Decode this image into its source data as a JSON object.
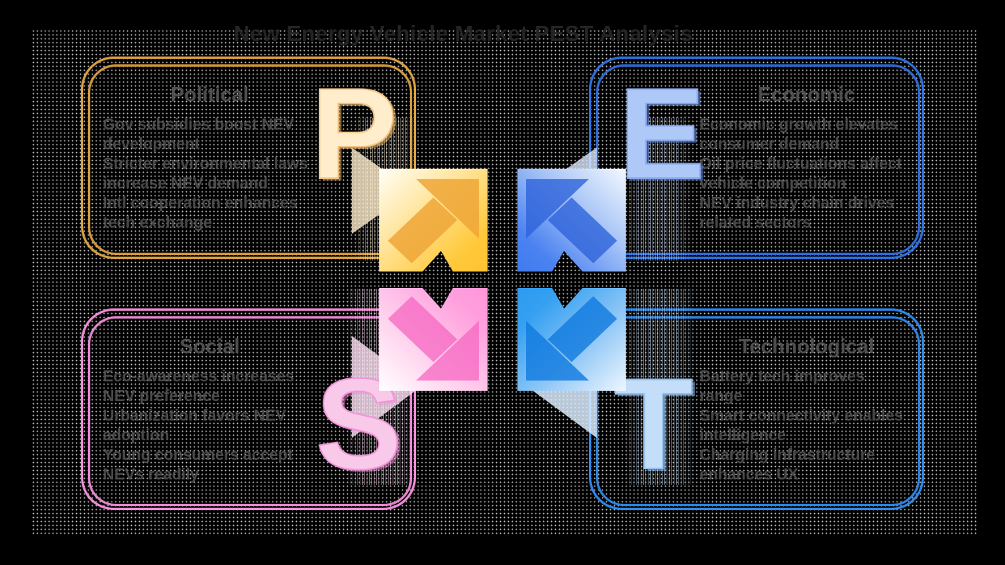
{
  "title": "New Energy Vehicle Market PEST Analysis",
  "quadrants": [
    {
      "id": "political",
      "letter": "P",
      "label": "Political",
      "items": [
        "Gov subsidies boost NEV\ndevelopment",
        "Stricter environmental laws\nincrease NEV demand",
        "Intl cooperation enhances\ntech exchange"
      ],
      "accent": "#D99F3E",
      "letter_fill": "#FFEDCB",
      "letter_stroke": "#F2C488",
      "letter_shadow": "rgba(233,178,96,0.55)"
    },
    {
      "id": "economic",
      "letter": "E",
      "label": "Economic",
      "items": [
        "Economic growth elevates\nconsumer demand",
        "Oil price fluctuations affect\nvehicle competition",
        "NEV industry chain drives\nrelated sectors"
      ],
      "accent": "#2E6FDE",
      "letter_fill": "#AEC8F8",
      "letter_stroke": "#87A8EF",
      "letter_shadow": "rgba(110,145,230,0.55)"
    },
    {
      "id": "social",
      "letter": "S",
      "label": "Social",
      "items": [
        "Eco-awareness increases\nNEV preference",
        "Urbanization favors NEV\nadoption",
        "Young consumers accept\nNEVs readily"
      ],
      "accent": "#EE8BD4",
      "letter_fill": "#F9C9EA",
      "letter_stroke": "#F096D8",
      "letter_shadow": "rgba(240,140,212,0.5)"
    },
    {
      "id": "technological",
      "letter": "T",
      "label": "Technological",
      "items": [
        "Battery tech improves\nrange",
        "Smart connectivity enables\nintelligence",
        "Charging infrastructure\nenhances UX"
      ],
      "accent": "#2D87E8",
      "letter_fill": "#C4DDF9",
      "letter_stroke": "#92BEEC",
      "letter_shadow": "rgba(130,180,235,0.55)"
    }
  ],
  "colors": {
    "background": "#000000",
    "dot_grid": "#FFFFFF",
    "title_text": "#242424",
    "body_text": "#4A4A4A",
    "tile_yellow": "#FFC93B",
    "tile_blue_top": "#4183F2",
    "tile_pink": "#FF9BDC",
    "tile_blue_bottom": "#2F9BF0"
  }
}
